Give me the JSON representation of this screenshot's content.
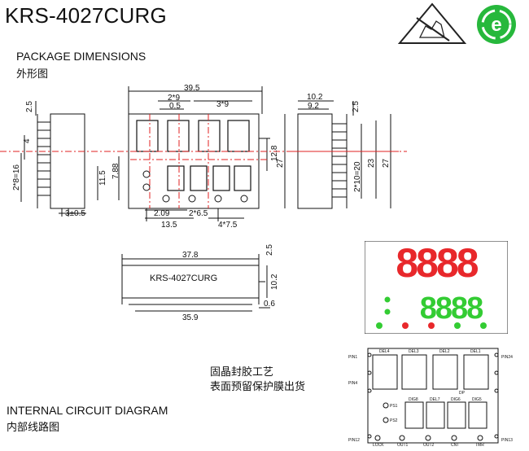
{
  "title": "KRS-4027CURG",
  "sections": {
    "package_en": "PACKAGE DIMENSIONS",
    "package_zh": "外形图",
    "circuit_en": "INTERNAL CIRCUIT DIAGRAM",
    "circuit_zh": "内部线路图"
  },
  "notes": {
    "line1": "固晶封胶工艺",
    "line2": "表面预留保护膜出货"
  },
  "dims": {
    "d_2_5": "2.5",
    "d_4": "4",
    "d_2x8_16": "2*8=16",
    "d_3_0_5": "3±0.5",
    "d_39_5": "39.5",
    "d_2x9": "2*9",
    "d_0_5": "0.5",
    "d_3x9": "3*9",
    "d_11_5": "11.5",
    "d_7_88": "7.88",
    "d_12_8": "12.8",
    "d_27": "27",
    "d_2_09": "2.09",
    "d_2x6_5": "2*6.5",
    "d_13_5": "13.5",
    "d_4x7_5": "4*7.5",
    "d_10_2": "10.2",
    "d_9_2": "9.2",
    "d_2x10_20": "2*10=20",
    "d_23": "23",
    "d_37_8": "37.8",
    "d_10_2b": "10.2",
    "d_0_6": "0.6",
    "d_35_9": "35.9",
    "part_label": "KRS-4027CURG"
  },
  "preview": {
    "top_digits": "8888",
    "bottom_digits": "8888",
    "top_color": "#e8282b",
    "bottom_color": "#33cc33"
  },
  "circuit": {
    "pin1": "PIN1",
    "pin4": "PIN4",
    "pin12": "PIN12",
    "pin13": "PIN13",
    "pin24": "PIN24",
    "top_labels": [
      "DEL4",
      "DEL3",
      "DEL2",
      "DEL1"
    ],
    "bottom_labels": [
      "DIG8",
      "DEL7",
      "DIG6",
      "DIG5"
    ],
    "ps1": "PS1",
    "ps2": "PS2",
    "dp": "DP",
    "bottom_pins": [
      "LOCK",
      "OUT1",
      "OUT2",
      "CNT",
      "TMR"
    ]
  },
  "icons": {
    "esd": "esd-warning-icon",
    "eco": "green-e-recycle-icon"
  },
  "colors": {
    "red": "#e8282b",
    "green": "#33cc33",
    "dash": "#e02020"
  }
}
